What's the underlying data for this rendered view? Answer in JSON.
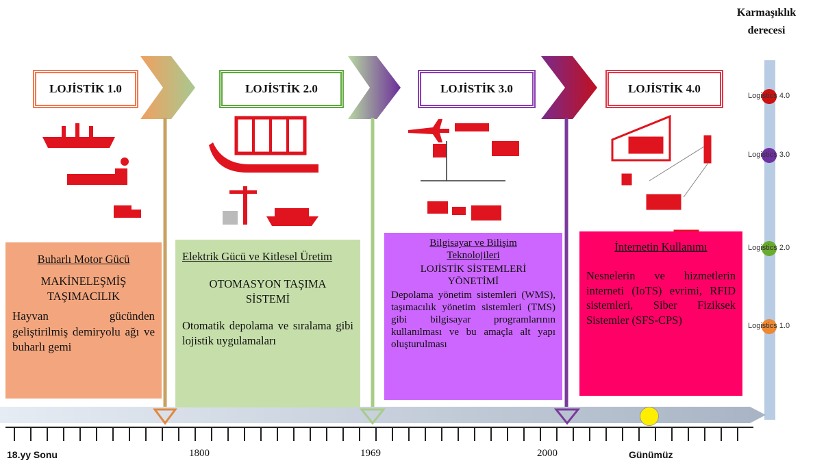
{
  "complexity_title": "Karmaşıklık derecesi",
  "stages": [
    {
      "title": "LOJİSTİK 1.0",
      "border": "#f07a52",
      "panel": {
        "bg": "#f3a67e",
        "heading": "Buharlı Motor Gücü",
        "sub": "MAKİNELEŞMİŞ TAŞIMACILIK",
        "body": "Hayvan gücünden geliştirilmiş demiryolu ağı ve buharlı gemi"
      }
    },
    {
      "title": "LOJİSTİK 2.0",
      "border": "#5faa3f",
      "panel": {
        "bg": "#c6dfaa",
        "heading": "Elektrik Gücü ve Kitlesel Üretim",
        "sub": "OTOMASYON TAŞIMA SİSTEMİ",
        "body": "Otomatik depolama ve sıralama gibi lojistik uygulamaları"
      }
    },
    {
      "title": "LOJİSTİK 3.0",
      "border": "#8b3fb0",
      "panel": {
        "bg": "#cc66ff",
        "heading": "Bilgisayar ve Bilişim Teknolojileri",
        "sub": "LOJİSTİK SİSTEMLERİ YÖNETİMİ",
        "body": "Depolama yönetim sistemleri (WMS), taşımacılık yönetim sistemleri (TMS) gibi bilgisayar programlarının kullanılması ve bu amaçla alt yapı oluşturulması"
      }
    },
    {
      "title": "LOJİSTİK 4.0",
      "border": "#e03a4a",
      "panel": {
        "bg": "#ff0066",
        "heading": "İnternetin Kullanımı",
        "body": "Nesnelerin ve hizmetlerin interneti (IoTS) evrimi, RFID sistemleri, Siber Fiziksek Sistemler (SFS-CPS)"
      }
    }
  ],
  "levels": [
    {
      "label": "Logistics 4.0",
      "color": "#cc1111"
    },
    {
      "label": "Logistics 3.0",
      "color": "#7030a0"
    },
    {
      "label": "Logistics 2.0",
      "color": "#6aaa2e"
    },
    {
      "label": "Logistics 1.0",
      "color": "#ee8833"
    }
  ],
  "timeline": {
    "labels": [
      "18.yy Sonu",
      "1800",
      "1969",
      "2000",
      "Günümüz"
    ],
    "marker_color": "#ffee00"
  }
}
